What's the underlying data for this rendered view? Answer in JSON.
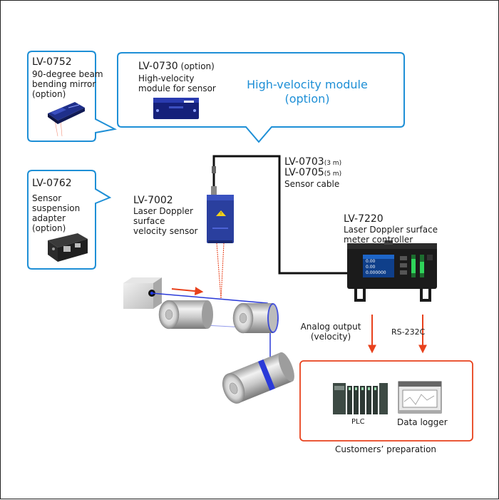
{
  "lv0752": {
    "code": "LV-0752",
    "desc": [
      "90-degree beam",
      "bending mirror",
      "(option)"
    ]
  },
  "lv0730": {
    "code": "LV-0730",
    "option": "(option)",
    "desc": [
      "High-velocity",
      "module for sensor"
    ]
  },
  "highvel": {
    "line1": "High-velocity module",
    "line2": "(option)"
  },
  "cable": {
    "code1": "LV-0703",
    "len1": "(3 m)",
    "code2": "LV-0705",
    "len2": "(5 m)",
    "label": "Sensor cable"
  },
  "lv0762": {
    "code": "LV-0762",
    "desc": [
      "Sensor",
      "suspension",
      "adapter",
      "(option)"
    ]
  },
  "lv7002": {
    "code": "LV-7002",
    "desc": [
      "Laser Doppler",
      "surface",
      "velocity sensor"
    ]
  },
  "lv7220": {
    "code": "LV-7220",
    "desc": [
      "Laser Doppler surface",
      "meter controller"
    ]
  },
  "controller_screen": {
    "v1": "0.00",
    "v2": "0.00",
    "v3": "0.000000"
  },
  "outputs": {
    "analog": [
      "Analog output",
      "(velocity)"
    ],
    "rs232c": "RS-232C"
  },
  "customer": {
    "plc": "PLC",
    "datalogger": "Data logger",
    "caption": "Customers’ preparation"
  },
  "colors": {
    "callout_border": "#1e8fd6",
    "highlight_text": "#1e8fd6",
    "arrow": "#e8411c",
    "box_border": "#e8411c",
    "cable": "#111111",
    "laser": "#e8411c",
    "belt": "#2a3ad8",
    "sensor_body": "#2a3f9e"
  },
  "icons": [
    "mirror-unit-icon",
    "high-velocity-module-icon",
    "suspension-adapter-icon",
    "laser-sensor-icon",
    "controller-icon",
    "plc-icon",
    "data-logger-icon",
    "roller-icon",
    "light-source-block-icon"
  ]
}
